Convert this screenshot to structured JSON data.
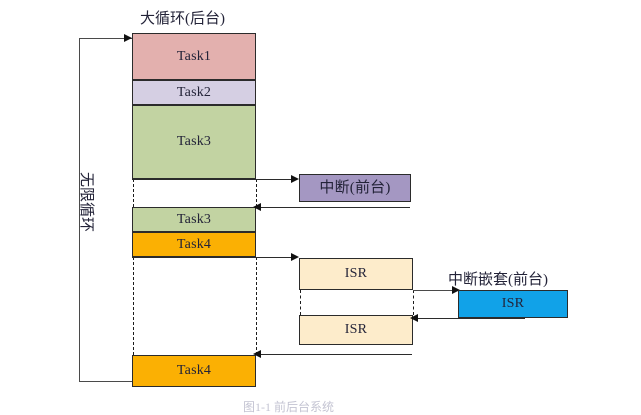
{
  "diagram": {
    "title_main": "大循环(后台)",
    "title_interrupt": "中断(前台)",
    "title_nested": "中断嵌套(前台)",
    "loop_label": "无限循环",
    "bottom_caption": "图1-1 前后台系统",
    "colors": {
      "task1": "#e3b0ae",
      "task2": "#d5cfe3",
      "task3": "#c2d3a2",
      "task4": "#fbb003",
      "interrupt": "#a497c2",
      "isr": "#fdeccb",
      "isr_nested": "#11a2e8",
      "stroke": "#2b2b2b",
      "background": "#ffffff"
    }
  },
  "background_column": {
    "label": "大循环(后台)",
    "blocks": [
      {
        "name": "Task1",
        "color_key": "task1"
      },
      {
        "name": "Task2",
        "color_key": "task2"
      },
      {
        "name": "Task3",
        "color_key": "task3"
      },
      {
        "name": "Task3",
        "color_key": "task3"
      },
      {
        "name": "Task4",
        "color_key": "task4"
      },
      {
        "name": "Task4",
        "color_key": "task4"
      }
    ]
  },
  "foreground": {
    "interrupt_box": {
      "label": "中断(前台)",
      "caption": "中断(前台)"
    },
    "isr_boxes": [
      {
        "label": "ISR"
      },
      {
        "label": "ISR"
      }
    ],
    "nested": {
      "caption": "中断嵌套(前台)",
      "label": "ISR"
    }
  },
  "icons": {
    "arrow_right": "arrow-right-icon",
    "arrow_left": "arrow-left-icon"
  }
}
